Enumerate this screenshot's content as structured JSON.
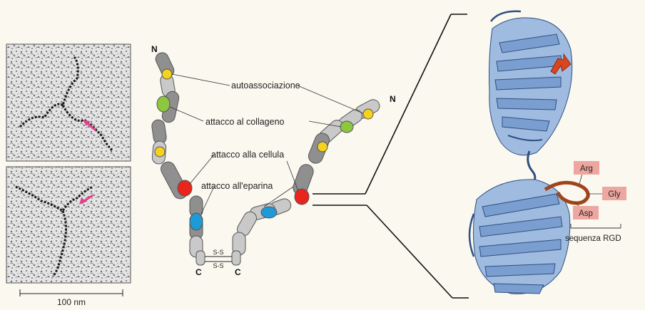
{
  "micrograph": {
    "scale_bar_label": "100 nm"
  },
  "fibronectin": {
    "n_terminus_left": "N",
    "n_terminus_right": "N",
    "c_terminus_left": "C",
    "c_terminus_right": "C",
    "disulfide_label": "S-S",
    "binding_sites": [
      {
        "label": "autoassociazione",
        "color": "#f5d21c"
      },
      {
        "label": "attacco al collageno",
        "color": "#8dc63f"
      },
      {
        "label": "attacco alla cellula",
        "color": "#e8261e"
      },
      {
        "label": "attacco all'eparina",
        "color": "#1f9ad6"
      }
    ]
  },
  "structure": {
    "residues": [
      "Arg",
      "Gly",
      "Asp"
    ],
    "rgd_label": "sequenza RGD",
    "protein_color": "#7a9ed0",
    "loop_color": "#a0441c"
  },
  "colors": {
    "segment_dark": "#8f8f8f",
    "segment_light": "#c9c9c9",
    "residue_box": "#eda7a0"
  }
}
